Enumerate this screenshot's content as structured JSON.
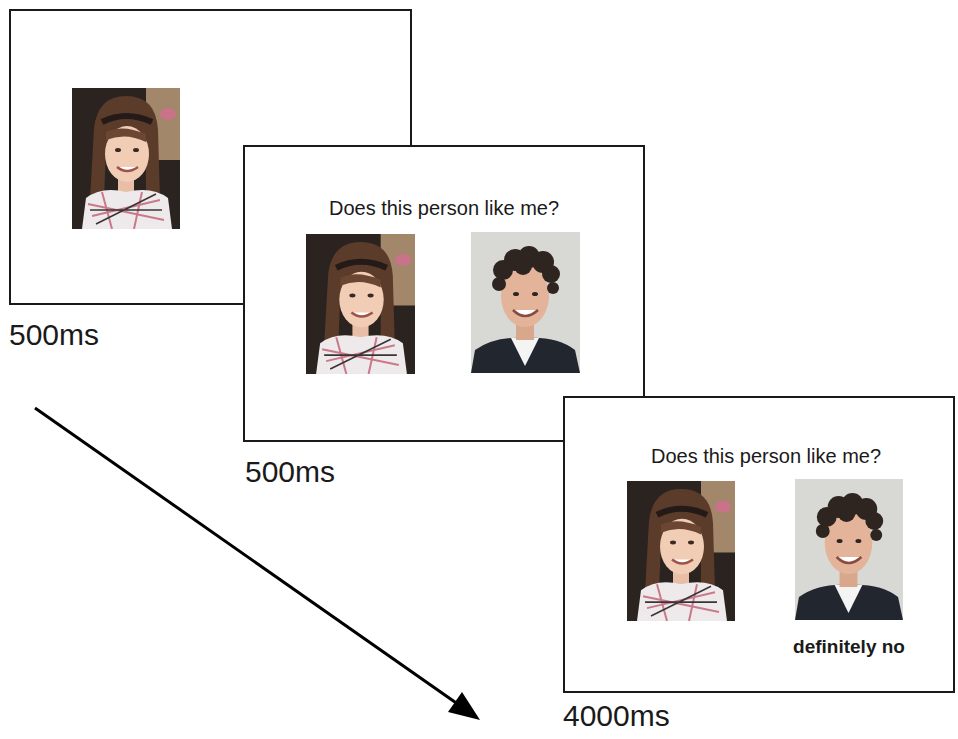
{
  "diagram": {
    "nodes": [
      {
        "text": [
          "500ms"
        ]
      },
      {
        "text": [
          "Does this person like me?",
          "500ms"
        ]
      },
      {
        "text": [
          "Does this person like me?",
          "definitely no",
          "4000ms"
        ]
      }
    ]
  }
}
